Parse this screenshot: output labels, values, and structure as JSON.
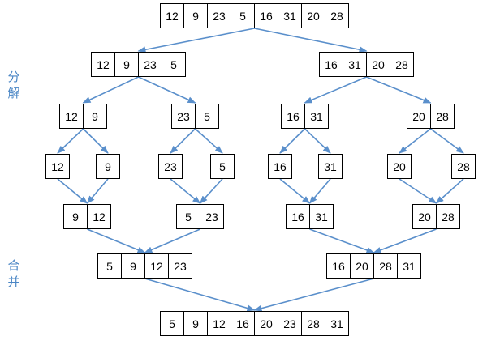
{
  "side_labels": {
    "split": [
      "分",
      "解"
    ],
    "merge": [
      "合",
      "并"
    ]
  },
  "arrow_color": "#5a8fcb",
  "arrays": [
    {
      "id": "root",
      "values": [
        "12",
        "9",
        "23",
        "5",
        "16",
        "31",
        "20",
        "28"
      ]
    },
    {
      "id": "L",
      "values": [
        "12",
        "9",
        "23",
        "5"
      ]
    },
    {
      "id": "R",
      "values": [
        "16",
        "31",
        "20",
        "28"
      ]
    },
    {
      "id": "LL",
      "values": [
        "12",
        "9"
      ]
    },
    {
      "id": "LR",
      "values": [
        "23",
        "5"
      ]
    },
    {
      "id": "RL",
      "values": [
        "16",
        "31"
      ]
    },
    {
      "id": "RR",
      "values": [
        "20",
        "28"
      ]
    },
    {
      "id": "s1",
      "values": [
        "12"
      ]
    },
    {
      "id": "s2",
      "values": [
        "9"
      ]
    },
    {
      "id": "s3",
      "values": [
        "23"
      ]
    },
    {
      "id": "s4",
      "values": [
        "5"
      ]
    },
    {
      "id": "s5",
      "values": [
        "16"
      ]
    },
    {
      "id": "s6",
      "values": [
        "31"
      ]
    },
    {
      "id": "s7",
      "values": [
        "20"
      ]
    },
    {
      "id": "s8",
      "values": [
        "28"
      ]
    },
    {
      "id": "m1",
      "values": [
        "9",
        "12"
      ]
    },
    {
      "id": "m2",
      "values": [
        "5",
        "23"
      ]
    },
    {
      "id": "m3",
      "values": [
        "16",
        "31"
      ]
    },
    {
      "id": "m4",
      "values": [
        "20",
        "28"
      ]
    },
    {
      "id": "mL",
      "values": [
        "5",
        "9",
        "12",
        "23"
      ]
    },
    {
      "id": "mR",
      "values": [
        "16",
        "20",
        "28",
        "31"
      ]
    },
    {
      "id": "final",
      "values": [
        "5",
        "9",
        "12",
        "16",
        "20",
        "23",
        "28",
        "31"
      ]
    }
  ],
  "edges": [
    [
      "root",
      "L"
    ],
    [
      "root",
      "R"
    ],
    [
      "L",
      "LL"
    ],
    [
      "L",
      "LR"
    ],
    [
      "R",
      "RL"
    ],
    [
      "R",
      "RR"
    ],
    [
      "LL",
      "s1"
    ],
    [
      "LL",
      "s2"
    ],
    [
      "LR",
      "s3"
    ],
    [
      "LR",
      "s4"
    ],
    [
      "RL",
      "s5"
    ],
    [
      "RL",
      "s6"
    ],
    [
      "RR",
      "s7"
    ],
    [
      "RR",
      "s8"
    ],
    [
      "s1",
      "m1"
    ],
    [
      "s2",
      "m1"
    ],
    [
      "s3",
      "m2"
    ],
    [
      "s4",
      "m2"
    ],
    [
      "s5",
      "m3"
    ],
    [
      "s6",
      "m3"
    ],
    [
      "s7",
      "m4"
    ],
    [
      "s8",
      "m4"
    ],
    [
      "m1",
      "mL"
    ],
    [
      "m2",
      "mL"
    ],
    [
      "m3",
      "mR"
    ],
    [
      "m4",
      "mR"
    ],
    [
      "mL",
      "final"
    ],
    [
      "mR",
      "final"
    ]
  ]
}
